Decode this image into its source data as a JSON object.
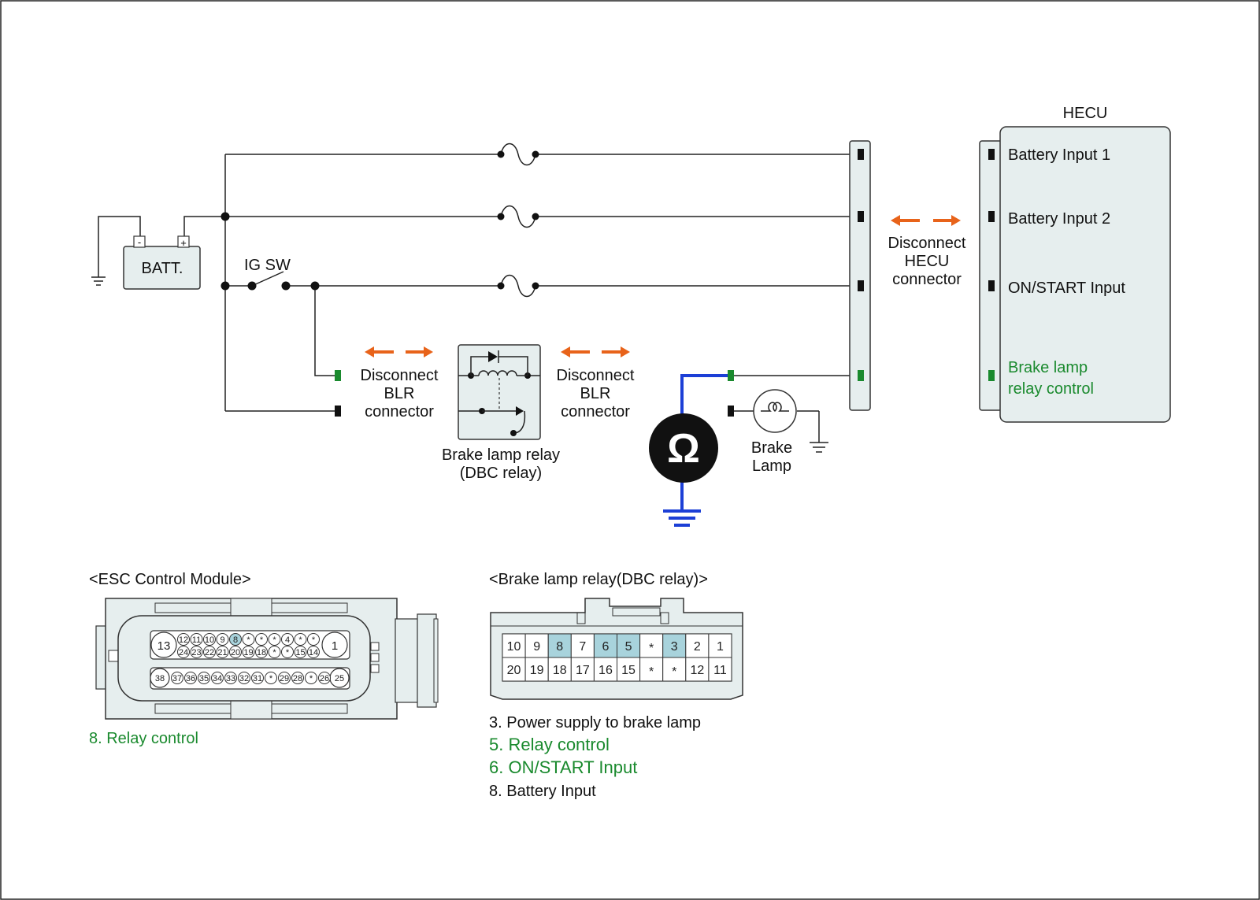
{
  "battery": {
    "label": "BATT.",
    "minus": "-",
    "plus": "+"
  },
  "ig_switch": {
    "label": "IG SW"
  },
  "blr_connector": {
    "line1": "Disconnect",
    "line2": "BLR",
    "line3": "connector"
  },
  "blr_connector_right": {
    "line1": "Disconnect",
    "line2": "BLR",
    "line3": "connector"
  },
  "hecu_connector": {
    "line1": "Disconnect",
    "line2": "HECU",
    "line3": "connector"
  },
  "relay": {
    "line1": "Brake lamp relay",
    "line2": "(DBC relay)"
  },
  "brake_lamp": {
    "line1": "Brake",
    "line2": "Lamp"
  },
  "ohmmeter": {
    "symbol": "Ω"
  },
  "hecu": {
    "title": "HECU",
    "input1": "Battery Input 1",
    "input2": "Battery Input 2",
    "input3": "ON/START Input",
    "control_line1": "Brake lamp",
    "control_line2": "relay control"
  },
  "esc_module": {
    "title": "<ESC Control Module>",
    "pin_left": "13",
    "pin_right": "1",
    "pin_bottom_left": "38",
    "pin_bottom_right": "25",
    "row1": [
      "12",
      "11",
      "10",
      "9",
      "8",
      "*",
      "*",
      "*",
      "4",
      "*",
      "*"
    ],
    "row2": [
      "24",
      "23",
      "22",
      "21",
      "20",
      "19",
      "18",
      "*",
      "*",
      "15",
      "14"
    ],
    "row3": [
      "37",
      "36",
      "35",
      "34",
      "33",
      "32",
      "31",
      "*",
      "29",
      "28",
      "*",
      "26"
    ],
    "highlight_pin": "8",
    "note": "8. Relay control"
  },
  "dbc_relay_connector": {
    "title": "<Brake lamp relay(DBC relay)>",
    "row1": [
      "10",
      "9",
      "8",
      "7",
      "6",
      "5",
      "*",
      "3",
      "2",
      "1"
    ],
    "row2": [
      "20",
      "19",
      "18",
      "17",
      "16",
      "15",
      "*",
      "*",
      "12",
      "11"
    ],
    "highlight": [
      "8",
      "6",
      "5",
      "3"
    ],
    "notes": [
      {
        "text": "3. Power supply to brake lamp",
        "color": "#111111"
      },
      {
        "text": "5. Relay control",
        "color": "#1a8a2e"
      },
      {
        "text": "6. ON/START Input",
        "color": "#1a8a2e"
      },
      {
        "text": "8. Battery Input",
        "color": "#111111"
      }
    ]
  },
  "colors": {
    "orange": "#e8631a",
    "green": "#1a8a2e",
    "blue": "#1c3fd6",
    "pin_highlight": "#a8d3dc",
    "module_fill": "#e6eeee"
  }
}
